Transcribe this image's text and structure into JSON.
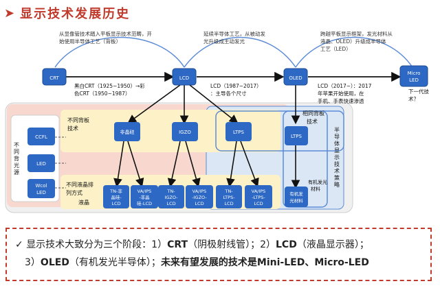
{
  "header": {
    "arrow": "➤",
    "title": "显示技术发展历史"
  },
  "top_notes": {
    "crt_to_lcd": [
      "从显像管技术踏入平板显示技术范畴，开",
      "始使用半导体工艺（背板）"
    ],
    "lcd_to_oled": [
      "延续半导体工艺，从被动发",
      "光升级成主动发光"
    ],
    "oled_to_micro": [
      "跨越平板显示框架，发光材料从",
      "液晶、OLED）升级成半导体",
      "工艺（LED）"
    ]
  },
  "nodes": {
    "crt": "CRT",
    "lcd": "LCD",
    "oled": "OLED",
    "micro_led": [
      "Micro",
      "LED"
    ]
  },
  "era_notes": {
    "crt": [
      "黑白CRT（1925~1950）→彩",
      "色CRT（1950~1987）"
    ],
    "lcd": [
      "LCD（1987~2017）",
      "：主导各个尺寸"
    ],
    "oled": [
      "LCD（2017~）：2017",
      "年苹果开始使用，在",
      "手机、手表快速渗透"
    ],
    "next": [
      "下一代技",
      "术？"
    ]
  },
  "group_labels": {
    "backlight_source": [
      "不",
      "同",
      "背",
      "光",
      "源"
    ],
    "backplane_lcd": [
      "不同背板",
      "技术"
    ],
    "backplane_oled": [
      "相同背板",
      "技术"
    ],
    "lc_arrangement": [
      "不同液晶排",
      "列方式"
    ],
    "lc_word": "液晶",
    "strategy": [
      "半",
      "导",
      "体",
      "显",
      "示",
      "技",
      "术",
      "策",
      "略"
    ]
  },
  "backlights": {
    "ccfl": "CCFL",
    "led": "LED",
    "wled": [
      "Wcol",
      "LED"
    ]
  },
  "backplanes": {
    "asi": "非晶硅",
    "igzo": "IGZO",
    "ltps": "LTPS",
    "ltps_oled": "LTPS"
  },
  "lc_modes": [
    [
      "TN-非",
      "晶硅-",
      "LCD"
    ],
    [
      "VA/IPS",
      "-非晶",
      "硅-LCD"
    ],
    [
      "TN-",
      "IGZO-",
      "LCD"
    ],
    [
      "VA/IPS",
      "-IGZO-",
      "LCD"
    ],
    [
      "TN-",
      "LTPS-",
      "LCD"
    ],
    [
      "VA/IPS",
      "-LTPS-",
      "LCD"
    ]
  ],
  "oled_material": {
    "label": [
      "有机发光",
      "材料"
    ],
    "box": [
      "有机发",
      "光材料"
    ]
  },
  "summary": {
    "check": "✓",
    "line1_prefix": "显示技术大致分为三个阶段：1）",
    "line1_crt": "CRT",
    "line1_mid": "（阴极射线管）；2）",
    "line1_lcd": "LCD",
    "line1_suffix": "（液晶显示器）；",
    "line2_prefix": "3）",
    "line2_oled": "OLED",
    "line2_mid": "（有机发光半导体）；",
    "line2_bold": "未来有望发展的技术是Mini-LED、Micro-LED"
  }
}
